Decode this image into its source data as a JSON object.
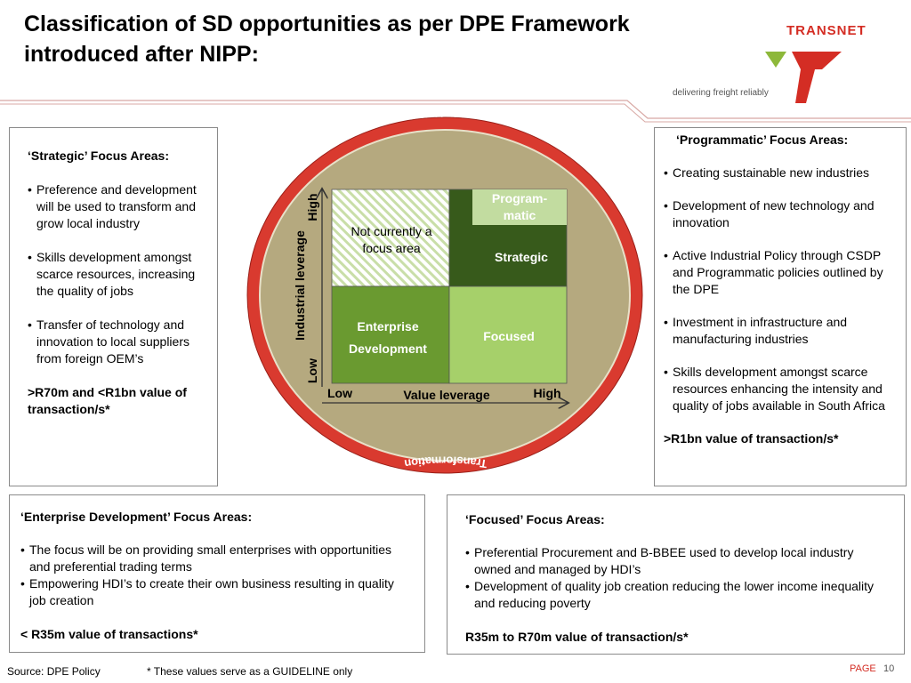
{
  "header": {
    "title_line1": "Classification of SD opportunities as per DPE Framework",
    "title_line2": "introduced after NIPP:",
    "logo_text": "TRANSNET",
    "tagline": "delivering freight reliably"
  },
  "colors": {
    "brand_red": "#d42d24",
    "dark_green": "#375a1b",
    "mid_green": "#6a9a30",
    "light_green": "#a6d06a",
    "pale_green": "#c2dca0",
    "circle_fill": "#b7aa80"
  },
  "strategic_box": {
    "heading": "‘Strategic’ Focus Areas:",
    "items": [
      "Preference and development will be used to transform and grow local industry",
      "Skills development amongst scarce resources, increasing the quality of jobs",
      "Transfer of technology and innovation to local suppliers from foreign OEM’s"
    ],
    "footer": ">R70m and <R1bn value of transaction/s*"
  },
  "programmatic_box": {
    "heading": "‘Programmatic’ Focus Areas:",
    "items": [
      "Creating sustainable new industries",
      "Development of new technology and innovation",
      "Active Industrial Policy through CSDP and Programmatic policies outlined by the DPE",
      "Investment in infrastructure and manufacturing industries",
      "Skills development amongst scarce resources enhancing the intensity and quality of jobs available in South Africa"
    ],
    "footer": ">R1bn value of transaction/s*"
  },
  "enterprise_box": {
    "heading": "‘Enterprise Development’ Focus Areas:",
    "items": [
      "The focus will be on providing small enterprises with opportunities and preferential trading terms",
      "Empowering HDI’s to create their own business resulting in quality job creation"
    ],
    "footer": "< R35m value of transactions*"
  },
  "focused_box": {
    "heading": "‘Focused’ Focus Areas:",
    "items": [
      "Preferential Procurement and B-BBEE used to develop local industry owned and managed by HDI’s",
      "Development of quality job creation reducing the lower income inequality and reducing poverty"
    ],
    "footer": "R35m to R70m value of transaction/s*"
  },
  "diagram": {
    "ring_label_top": "Transformation",
    "ring_label_bottom": "Transformation",
    "cells": {
      "top_left": "Not currently a focus area",
      "top_right_upper": "Program- matic",
      "top_right_lower": "Strategic",
      "bottom_left": "Enterprise Development",
      "bottom_right": "Focused"
    },
    "y_axis": {
      "label": "Industrial leverage",
      "high": "High",
      "low": "Low"
    },
    "x_axis": {
      "label": "Value leverage",
      "high": "High",
      "low": "Low"
    }
  },
  "footer": {
    "source": "Source: DPE Policy",
    "guideline": "* These values serve as a GUIDELINE only",
    "page_label": "PAGE",
    "page_number": "10"
  }
}
